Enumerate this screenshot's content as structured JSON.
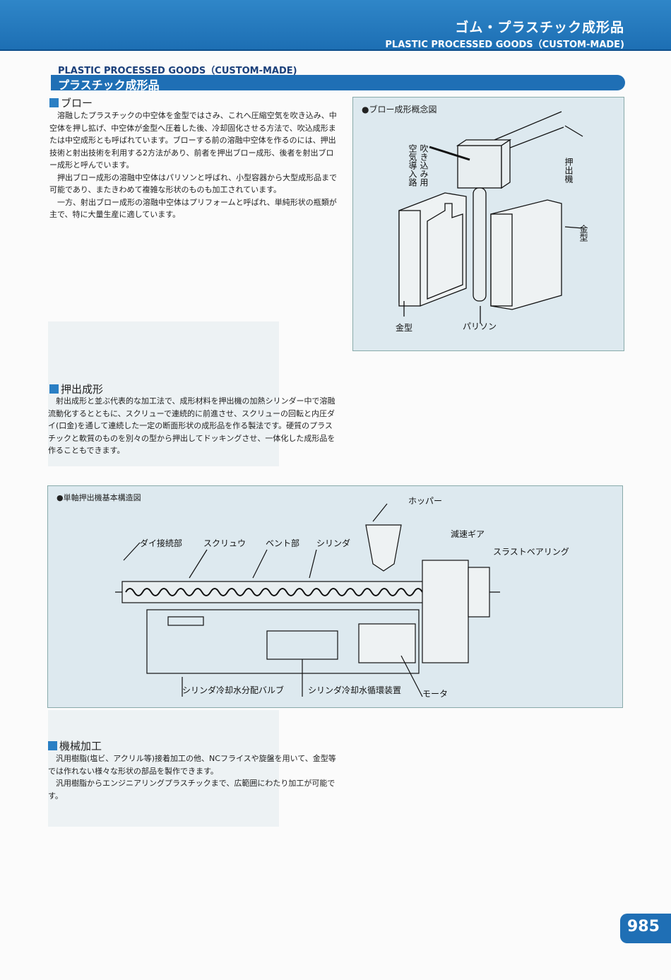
{
  "header": {
    "title_jp": "ゴム・プラスチック成形品",
    "title_en": "PLASTIC PROCESSED GOODS（CUSTOM-MADE)"
  },
  "section": {
    "title_en": "PLASTIC PROCESSED GOODS（CUSTOM-MADE)",
    "title_jp": "プラスチック成形品"
  },
  "blow": {
    "heading": "ブロー",
    "paragraphs": [
      "溶融したプラスチックの中空体を金型ではさみ、これへ圧縮空気を吹き込み、中空体を押し拡げ、中空体が金型へ圧着した後、冷却固化させる方法で、吹込成形または中空成形とも呼ばれています。ブローする前の溶融中空体を作るのには、押出技術と射出技術を利用する2方法があり、前者を押出ブロー成形、後者を射出ブロー成形と呼んでいます。",
      "押出ブロー成形の溶融中空体はパリソンと呼ばれ、小型容器から大型成形品まで可能であり、またきわめて複雑な形状のものも加工されています。",
      "一方、射出ブロー成形の溶融中空体はプリフォームと呼ばれ、単純形状の瓶類が主で、特に大量生産に適しています。"
    ]
  },
  "blow_figure": {
    "title": "●ブロー成形概念図",
    "labels": {
      "blow": "吹き込み用",
      "air": "空気導入路",
      "extruder": "押出機",
      "mold_right": "金型",
      "mold_left": "金型",
      "parison": "パリソン"
    }
  },
  "extrusion": {
    "heading": "押出成形",
    "paragraphs": [
      "射出成形と並ぶ代表的な加工法で、成形材料を押出機の加熱シリンダー中で溶融流動化するとともに、スクリューで連続的に前進させ、スクリューの回転と内圧ダイ(口金)を通して連続した一定の断面形状の成形品を作る製法です。硬質のプラスチックと軟質のものを別々の型から押出してドッキングさせ、一体化した成形品を作ることもできます。"
    ]
  },
  "extruder_figure": {
    "title": "●単軸押出機基本構造図",
    "labels": {
      "hopper": "ホッパー",
      "gear": "減速ギア",
      "thrust": "スラストベアリング",
      "die": "ダイ接続部",
      "screw": "スクリュウ",
      "vent": "ベント部",
      "cylinder": "シリンダ",
      "valve": "シリンダ冷却水分配バルブ",
      "circulation": "シリンダ冷却水循環装置",
      "motor": "モータ"
    }
  },
  "machining": {
    "heading": "機械加工",
    "paragraphs": [
      "汎用樹脂(塩ビ、アクリル等)接着加工の他、NCフライスや旋盤を用いて、金型等では作れない様々な形状の部品を製作できます。",
      "汎用樹脂からエンジニアリングプラスチックまで、広範囲にわたり加工が可能です。"
    ]
  },
  "page_number": "985"
}
